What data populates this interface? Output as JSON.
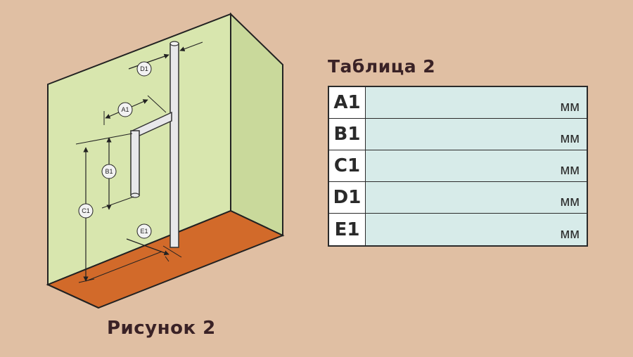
{
  "figure": {
    "caption": "Рисунок 2",
    "dimension_labels": {
      "d1": "D1",
      "a1": "A1",
      "b1": "B1",
      "c1": "C1",
      "e1": "E1"
    }
  },
  "table": {
    "title": "Таблица 2",
    "rows": [
      {
        "label": "A1",
        "unit": "мм"
      },
      {
        "label": "B1",
        "unit": "мм"
      },
      {
        "label": "C1",
        "unit": "мм"
      },
      {
        "label": "D1",
        "unit": "мм"
      },
      {
        "label": "E1",
        "unit": "мм"
      }
    ]
  },
  "colors": {
    "background": "#e0bfa3",
    "wall": "#d8e6ae",
    "floor": "#d26a2a",
    "table_cell": "#d7ebe9"
  }
}
